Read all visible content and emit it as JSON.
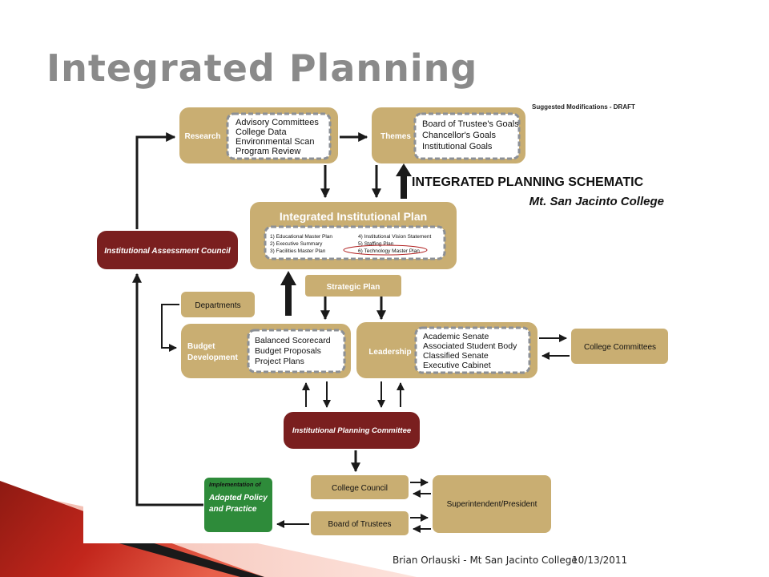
{
  "slide": {
    "title": "Integrated Planning",
    "footer_author": "Brian Orlauski - Mt San Jacinto College",
    "footer_date": "10/13/2011"
  },
  "colors": {
    "tan": "#c9ae72",
    "maroon": "#7a1f1f",
    "green": "#2e8b3a",
    "arrow": "#1a1a1a",
    "inner_border": "#8c9096",
    "title_grey": "#8a8a8a",
    "wedge_red": "#c2261c"
  },
  "diagram": {
    "draft_note": "Suggested Modifications - DRAFT",
    "schematic_title": "INTEGRATED PLANNING SCHEMATIC",
    "schematic_subtitle": "Mt. San Jacinto College",
    "research": {
      "label": "Research",
      "items": [
        "Advisory Committees",
        "College Data",
        "Environmental Scan",
        "Program Review"
      ]
    },
    "themes": {
      "label": "Themes",
      "items": [
        "Board of Trustee's Goals",
        "Chancellor's Goals",
        "Institutional Goals"
      ]
    },
    "iip": {
      "title": "Integrated Institutional Plan",
      "items_left": [
        "1) Educational Master Plan",
        "2) Executive Summary",
        "3) Facilities Master Plan"
      ],
      "items_right": [
        "4) Institutional Vision Statement",
        "5) Staffing Plan",
        "6) Technology Master Plan"
      ]
    },
    "strategic_plan": "Strategic Plan",
    "assessment_council": "Institutional Assessment Council",
    "departments": "Departments",
    "budget": {
      "label_line1": "Budget",
      "label_line2": "Development",
      "items": [
        "Balanced Scorecard",
        "Budget Proposals",
        "Project Plans"
      ]
    },
    "leadership": {
      "label": "Leadership",
      "items": [
        "Academic Senate",
        "Associated Student Body",
        "Classified Senate",
        "Executive Cabinet"
      ]
    },
    "college_committees": "College Committees",
    "planning_committee": "Institutional Planning Committee",
    "implementation": {
      "line1": "Implementation of",
      "line2": "Adopted Policy",
      "line3": "and Practice"
    },
    "college_council": "College Council",
    "board_of_trustees": "Board of Trustees",
    "superintendent": "Superintendent/President"
  }
}
